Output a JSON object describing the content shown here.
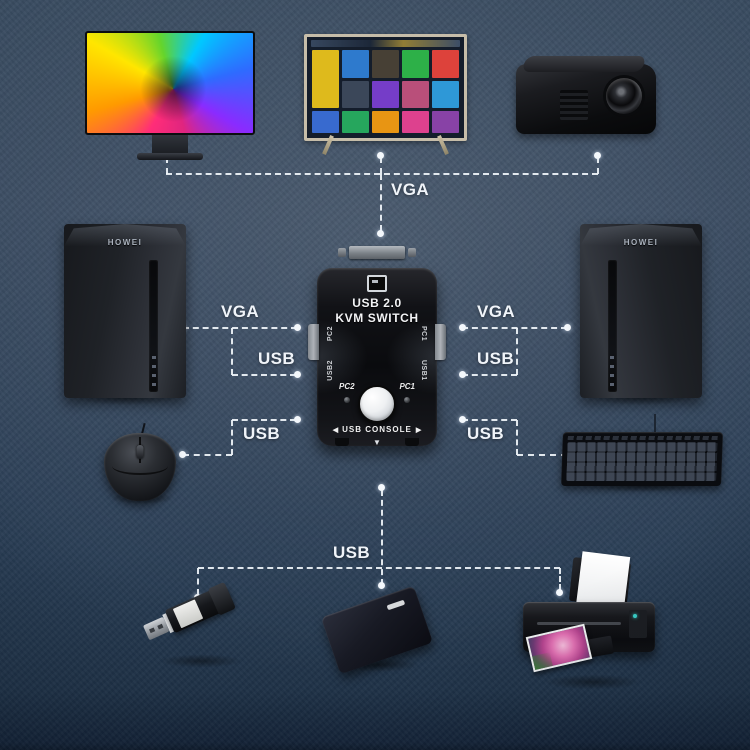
{
  "colors": {
    "background": "#30435a",
    "line": "#f0f4f9",
    "tv_bezel": "#c6bda9"
  },
  "labels": {
    "top_vga": "VGA",
    "left": {
      "vga": "VGA",
      "usb_upper": "USB",
      "usb_lower": "USB"
    },
    "right": {
      "vga": "VGA",
      "usb_upper": "USB",
      "usb_lower": "USB"
    },
    "bottom_usb": "USB"
  },
  "kvm_switch": {
    "title_line1": "USB 2.0",
    "title_line2": "KVM SWITCH",
    "port_left_top": "PC2",
    "port_right_top": "PC1",
    "port_left_bottom": "USB2",
    "port_right_bottom": "USB1",
    "front_left": "PC2",
    "front_right": "PC1",
    "console_label": "USB CONSOLE",
    "arrow_left": "◀",
    "arrow_right": "▶",
    "arrow_down": "▼"
  },
  "towers": {
    "logo": "HOWEI"
  },
  "tv": {
    "tiles": [
      {
        "color": "#e9c31b",
        "tall": true
      },
      {
        "color": "#2f7fd6"
      },
      {
        "color": "#4a4236"
      },
      {
        "color": "#2eb84a"
      },
      {
        "color": "#e8453c"
      },
      {
        "color": "#3d4a5c"
      },
      {
        "color": "#7a3fd1"
      },
      {
        "color": "#c2527e"
      },
      {
        "color": "#2f9fe0"
      },
      {
        "color": "#3a6fd8"
      },
      {
        "color": "#27ae60"
      },
      {
        "color": "#f39c12"
      },
      {
        "color": "#e84393"
      },
      {
        "color": "#8e44ad"
      }
    ]
  }
}
